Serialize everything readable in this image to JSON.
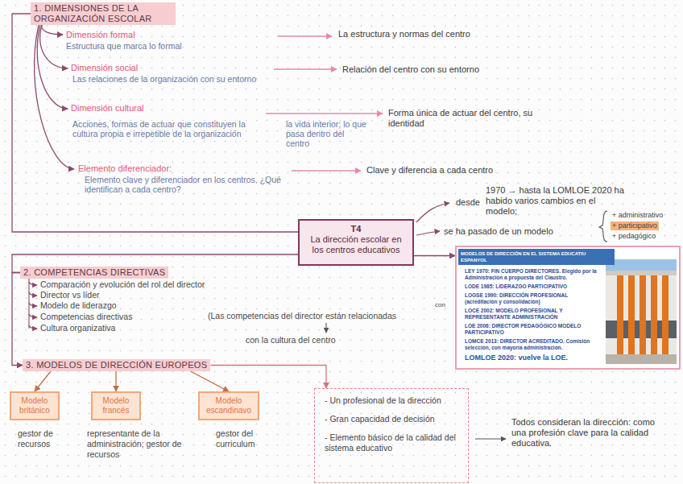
{
  "diagram": {
    "nodes": [
      {
        "text": [
          "1. DIMENSIONES DE LA ORGANIZACIÓN ESCOLAR"
        ]
      },
      {
        "text": [
          "T4",
          "La dirección escolar en los centros educativos"
        ]
      },
      {
        "text": [
          "MODELOS DE DIRECCIÓN EN EL SISTEMA EDUCATIU ESPANYOL",
          "LEY 1970: FIN CUERPO DIRECTORES. Elegido por la Administración a propuesta del Claustro.",
          "LODE 1985: LIDERAZGO PARTICIPATIVO",
          "LOGSE 1990: DIRECCIÓN PROFESIONAL (acreditación y consolidación)",
          "LOCE 2002: MODELO PROFESIONAL Y REPRESENTANTE ADMINISTRACIÓN",
          "LOE 2006: DIRECTOR PEDAGÓGICO MODELO PARTICIPATIVO",
          "LOMCE 2013: DIRECTOR ACREDITADO. Comisión selección, con mayoría administración.",
          "LOMLOE 2020: vuelve la LOE."
        ]
      },
      {
        "text": [
          "2. COMPETENCIAS DIRECTIVAS"
        ]
      },
      {
        "text": [
          "3. MODELOS DE DIRECCIÓN EUROPEOS"
        ]
      },
      {
        "text": [
          "Modelo británico"
        ]
      },
      {
        "text": [
          "Modelo francés"
        ]
      },
      {
        "text": [
          "Modelo escandinavo"
        ]
      },
      {
        "text": [
          "- Un profesional de la dirección",
          "- Gran capacidad de decisión",
          "- Elemento básico de la calidad del sistema educativo"
        ]
      }
    ],
    "edges": [
      {
        "from": 1,
        "to": 0,
        "arrow": "none"
      },
      {
        "from": 1,
        "to": 2,
        "arrow": "to"
      },
      {
        "from": 1,
        "to": 3,
        "arrow": "none"
      },
      {
        "from": 3,
        "to": 4,
        "arrow": "to"
      },
      {
        "from": 4,
        "to": 5,
        "arrow": "to"
      },
      {
        "from": 4,
        "to": 6,
        "arrow": "to"
      },
      {
        "from": 4,
        "to": 7,
        "arrow": "to"
      },
      {
        "from": 4,
        "to": 8,
        "arrow": "to"
      }
    ],
    "labels": [
      "Dimensión formal",
      "Estructura que marca lo formal",
      "La estructura y normas del centro",
      "Dimensión social",
      "Las relaciones de la organización con su entorno",
      "Relación del centro con su entorno",
      "Dimensión cultural",
      "Acciones, formas de actuar que constituyen la cultura propia e irrepetible de la organización",
      "la vida interior; lo que pasa dentro del centro",
      "Forma única de actuar del centro, su identidad",
      "Elemento diferenciador:",
      "Elemento clave y diferenciador en los centros. ¿Qué identifican a cada centro?",
      "Clave y diferencia a cada centro",
      "desde",
      "1970 → hasta la LOMLOE 2020 ha habido varios cambios en el modelo;",
      "se ha pasado de un modelo",
      "+ administrativo",
      "+ participativo",
      "+ pedagógico",
      "Comparación y evolución del rol del director",
      "Director vs líder",
      "Modelo de liderazgo",
      "Competencias directivas",
      "Cultura organizativa",
      "(Las competencias del director están relacionadas",
      "con",
      "con la cultura del centro",
      "gestor de recursos",
      "representante de la administración; gestor de recursos",
      "gestor del curriculum",
      "Todos consideran la dirección: como una profesión clave para la calidad educativa."
    ]
  }
}
